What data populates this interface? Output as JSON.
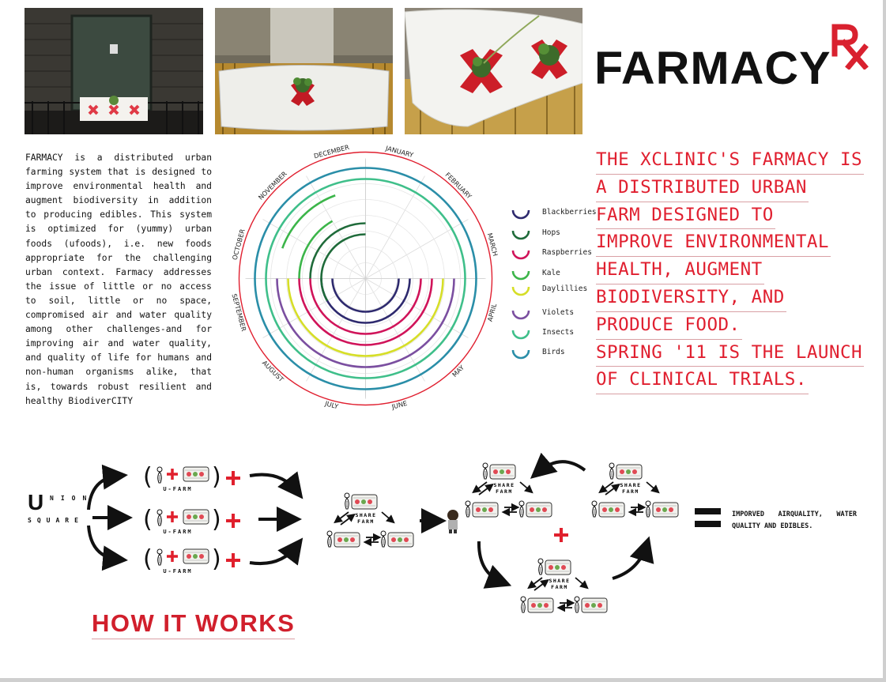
{
  "title": {
    "word": "FARMACY"
  },
  "photos": [
    "building-door-photo",
    "railing-bag-photo",
    "railing-bags-closeup-photo"
  ],
  "description": "FARMACY is a distributed urban farming system that is designed to improve environmental health and augment biodiversity in addition to producing edibles. This system is optimized for (yummy) urban foods (ufoods), i.e. new foods appropriate for the challenging urban context. Farmacy addresses the issue of little or no access to soil, little or no space, compromised air and water quality among other challenges-and for improving air and water quality, and quality of life for humans and non-human organisms alike, that is, towards robust resilient and healthy BiodiverCITY",
  "headline_lines": [
    "THE XCLINIC'S FARMACY IS",
    "A DISTRIBUTED URBAN",
    "FARM DESIGNED TO",
    "IMPROVE ENVIRONMENTAL",
    "HEALTH, AUGMENT",
    "BIODIVERSITY, AND",
    "PRODUCE FOOD.",
    "SPRING '11 IS THE LAUNCH",
    "OF CLINICAL TRIALS. "
  ],
  "calendar": {
    "months": [
      "JANUARY",
      "FEBRUARY",
      "MARCH",
      "APRIL",
      "MAY",
      "JUNE",
      "JULY",
      "AUGUST",
      "SEPTEMBER",
      "OCTOBER",
      "NOVEMBER",
      "DECEMBER"
    ],
    "legend": [
      {
        "label": "Blackberries",
        "color": "#2e2a6e"
      },
      {
        "label": "Hops",
        "color": "#1f6b3a"
      },
      {
        "label": "Raspberries",
        "color": "#d0145a"
      },
      {
        "label": "Kale",
        "color": "#3cb54a"
      },
      {
        "label": "Daylillies",
        "color": "#d6de27"
      },
      {
        "label": "Violets",
        "color": "#7b4fa0"
      },
      {
        "label": "Insects",
        "color": "#3fbf8a"
      },
      {
        "label": "Birds",
        "color": "#2a8ea8"
      }
    ],
    "outer_ring_color": "#e01f2f"
  },
  "diagram": {
    "source_big_letter": "U",
    "source_line1": "NION",
    "source_line2": "SQUARE",
    "ufarm_label": "U-FARM",
    "share_label": "SHARE",
    "farm_label": "FARM",
    "result_text": "IMPORVED AIRQUALITY, WATER QUALITY AND EDIBLES."
  },
  "how_it_works": "HOW IT WORKS"
}
